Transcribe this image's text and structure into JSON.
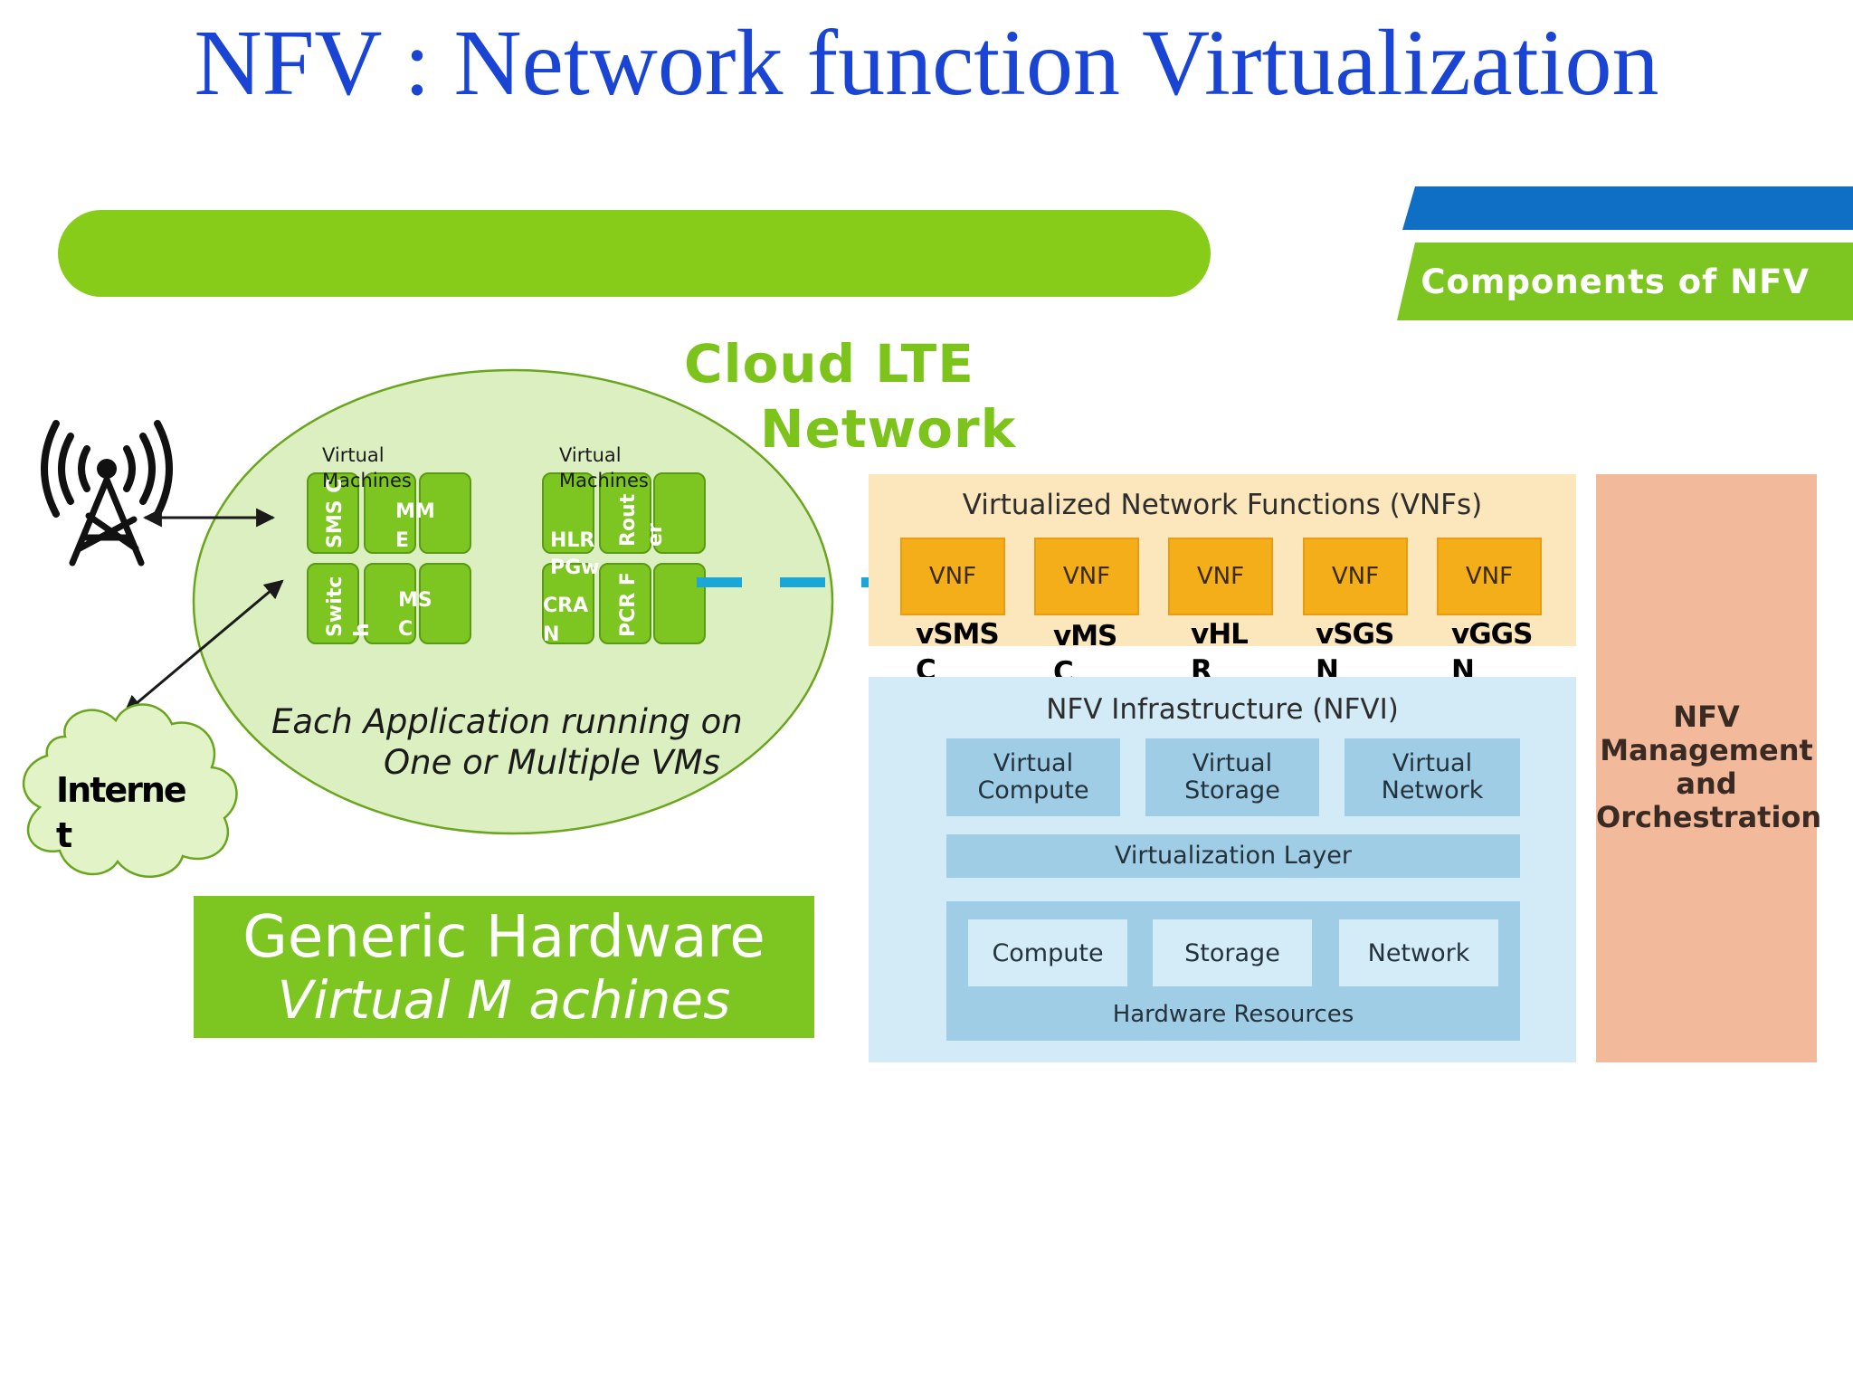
{
  "title": "NFV : Network function Virtualization",
  "banner": {
    "components_label": "Components of NFV"
  },
  "cloud_lte": {
    "line1": "Cloud LTE",
    "line2": "Network"
  },
  "left_cluster": {
    "caption_top": "Virtual",
    "caption_bottom": "Machines",
    "tiles": {
      "smsc": "SMS C",
      "mme_1": "MM",
      "mme_2": "E",
      "switch": "Switc h",
      "msc_1": "MS",
      "msc_2": "C"
    }
  },
  "right_cluster": {
    "caption_top": "Virtual",
    "caption_bottom": "Machines",
    "tiles": {
      "hlr": "HLR",
      "pgw": "PGw",
      "router": "Rout er",
      "cran_1": "CRA",
      "cran_2": "N",
      "pcrf": "PCR F"
    }
  },
  "ellipse_note": {
    "line1": "Each Application running on",
    "line2": "One or Multiple VMs"
  },
  "internet": {
    "line1": "Interne",
    "line2": "t"
  },
  "hardware_box": {
    "line1": "Generic Hardware",
    "line2": "Virtual M achines"
  },
  "vnf_panel": {
    "title": "Virtualized Network Functions (VNFs)",
    "box_label": "VNF",
    "names": [
      {
        "l1": "vSMS",
        "l2": "C"
      },
      {
        "l1": "vMS",
        "l2": "C"
      },
      {
        "l1": "vHL",
        "l2": "R"
      },
      {
        "l1": "vSGS",
        "l2": "N"
      },
      {
        "l1": "vGGS",
        "l2": "N"
      }
    ]
  },
  "nfvi_panel": {
    "title": "NFV Infrastructure (NFVI)",
    "virtual": [
      "Virtual Compute",
      "Virtual Storage",
      "Virtual Network"
    ],
    "virtualization_layer": "Virtualization Layer",
    "hardware": [
      "Compute",
      "Storage",
      "Network"
    ],
    "hardware_resources": "Hardware Resources"
  },
  "mano_panel": {
    "lines": [
      "NFV",
      "Management",
      "and",
      "Orchestration"
    ]
  },
  "colors": {
    "title": "#1a44d4",
    "green": "#7dc520",
    "blue_strip": "#0e6fc4",
    "vnf_orange": "#f4ae1a",
    "dash": "#1aa7d8"
  }
}
